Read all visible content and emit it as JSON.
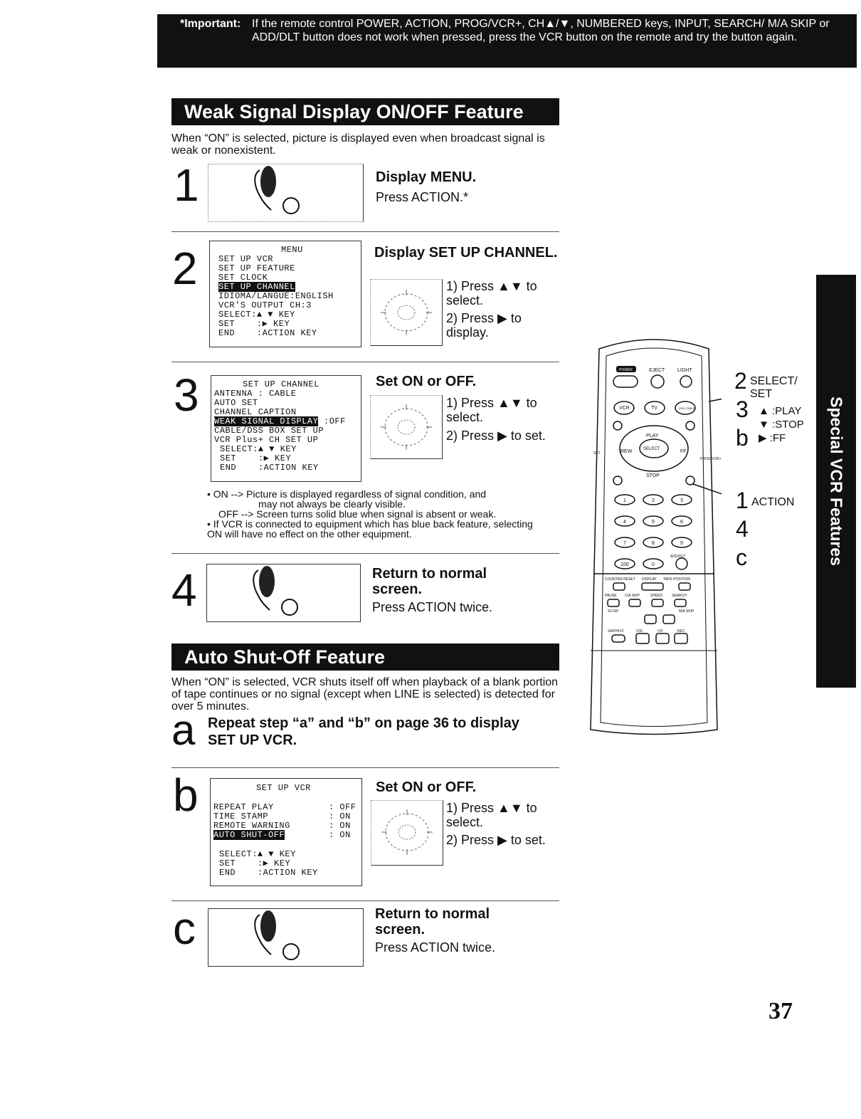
{
  "banner": {
    "label": "*Important:",
    "text": "If the remote control POWER, ACTION, PROG/VCR+, CH▲/▼, NUMBERED keys, INPUT, SEARCH/ M/A SKIP or ADD/DLT button does not work when pressed, press the VCR button on the remote and try the button again."
  },
  "weak": {
    "title": "Weak Signal Display ON/OFF Feature",
    "intro": "When “ON” is selected, picture is displayed even when broadcast signal is weak or nonexistent.",
    "step1": {
      "num": "1",
      "title": "Display MENU.",
      "text": "Press ACTION.*"
    },
    "step2": {
      "num": "2",
      "title": "Display SET UP CHANNEL.",
      "screen": {
        "header": "MENU",
        "lines": [
          "SET UP VCR",
          "SET UP FEATURE",
          "SET CLOCK"
        ],
        "selected": "SET UP CHANNEL",
        "after": [
          "IDIOMA/LANGUE:ENGLISH",
          "VCR'S OUTPUT CH:3"
        ],
        "keys": [
          "SELECT:▲ ▼ KEY",
          "SET    :▶ KEY",
          "END    :ACTION KEY"
        ]
      },
      "instr1": "1) Press ▲▼ to select.",
      "instr2": "2) Press ▶ to display."
    },
    "step3": {
      "num": "3",
      "title": "Set ON or OFF.",
      "screen": {
        "header": "SET UP CHANNEL",
        "lines": [
          "ANTENNA : CABLE",
          "AUTO SET",
          "CHANNEL CAPTION"
        ],
        "selected": "WEAK SIGNAL DISPLAY",
        "selected_value": ":OFF",
        "after": [
          "CABLE/DSS BOX SET UP",
          "VCR Plus+ CH SET UP"
        ],
        "keys": [
          "SELECT:▲ ▼ KEY",
          "SET    :▶ KEY",
          "END    :ACTION KEY"
        ]
      },
      "instr1": "1) Press ▲▼ to select.",
      "instr2": "2) Press ▶ to set.",
      "note1a": "• ON --> Picture is displayed regardless of signal condition, and",
      "note1b": "may not always be clearly visible.",
      "note1c": "OFF --> Screen turns solid blue when signal is absent or weak.",
      "note2": "• If VCR is connected to equipment which has blue back feature, selecting ON will have no effect on the other equipment."
    },
    "step4": {
      "num": "4",
      "title": "Return to normal screen.",
      "text": "Press ACTION twice."
    }
  },
  "auto": {
    "title": "Auto Shut-Off Feature",
    "intro": "When “ON” is selected, VCR shuts itself off when playback of a blank portion of tape continues or no signal (except when LINE is selected) is detected for over 5 minutes.",
    "stepa": {
      "num": "a",
      "text": "Repeat step “a” and “b” on page 36 to display SET UP VCR."
    },
    "stepb": {
      "num": "b",
      "title": "Set ON or OFF.",
      "screen": {
        "header": "SET UP VCR",
        "rows": [
          {
            "label": "REPEAT PLAY",
            "value": ": OFF"
          },
          {
            "label": "TIME STAMP",
            "value": ": ON"
          },
          {
            "label": "REMOTE WARNING",
            "value": ": ON"
          }
        ],
        "selected": "AUTO SHUT-OFF",
        "selected_value": ": ON",
        "keys": [
          "SELECT:▲ ▼ KEY",
          "SET    :▶ KEY",
          "END    :ACTION KEY"
        ]
      },
      "instr1": "1) Press ▲▼ to select.",
      "instr2": "2) Press ▶ to set."
    },
    "stepc": {
      "num": "c",
      "title": "Return to normal screen.",
      "text": "Press ACTION twice."
    }
  },
  "remote": {
    "keys": {
      "power": "POWER",
      "eject": "EJECT",
      "light": "LIGHT",
      "vcr": "VCR",
      "tv": "TV",
      "dss": "DSS CABLE",
      "play": "PLAY",
      "stop": "STOP",
      "rew": "REW",
      "ff": "FF",
      "select": "SELECT",
      "set": "SET",
      "action": "ACTION",
      "prog": "PROG VCR+",
      "n1": "1",
      "n2": "2",
      "n3": "3",
      "n4": "4",
      "n5": "5",
      "n6": "6",
      "n7": "7",
      "n8": "8",
      "n9": "9",
      "n100": "100",
      "n0": "0",
      "adddlt": "ADD/DLT",
      "counter": "COUNTER RESET",
      "display": "DISPLAY",
      "tapepos": "TAPE POSITION",
      "pause": "PAUSE",
      "caskip": "C/A SKIP",
      "speed": "SPEED",
      "search": "SEARCH",
      "slow": "SLOW",
      "maskip": "M/A SKIP",
      "sap": "SAP/HI-FI",
      "vol": "VOL",
      "ch": "CH",
      "rec": "REC"
    },
    "callouts": {
      "c2": "2",
      "select": "SELECT/",
      "set": "SET",
      "c3": "3",
      "play": "▲ :PLAY",
      "cb": "b",
      "stop": "▼ :STOP",
      "ff": "▶ :FF",
      "c1": "1",
      "action": "ACTION",
      "c4": "4",
      "cc": "c"
    }
  },
  "sidetab": "Special VCR Features",
  "page_number": "37"
}
